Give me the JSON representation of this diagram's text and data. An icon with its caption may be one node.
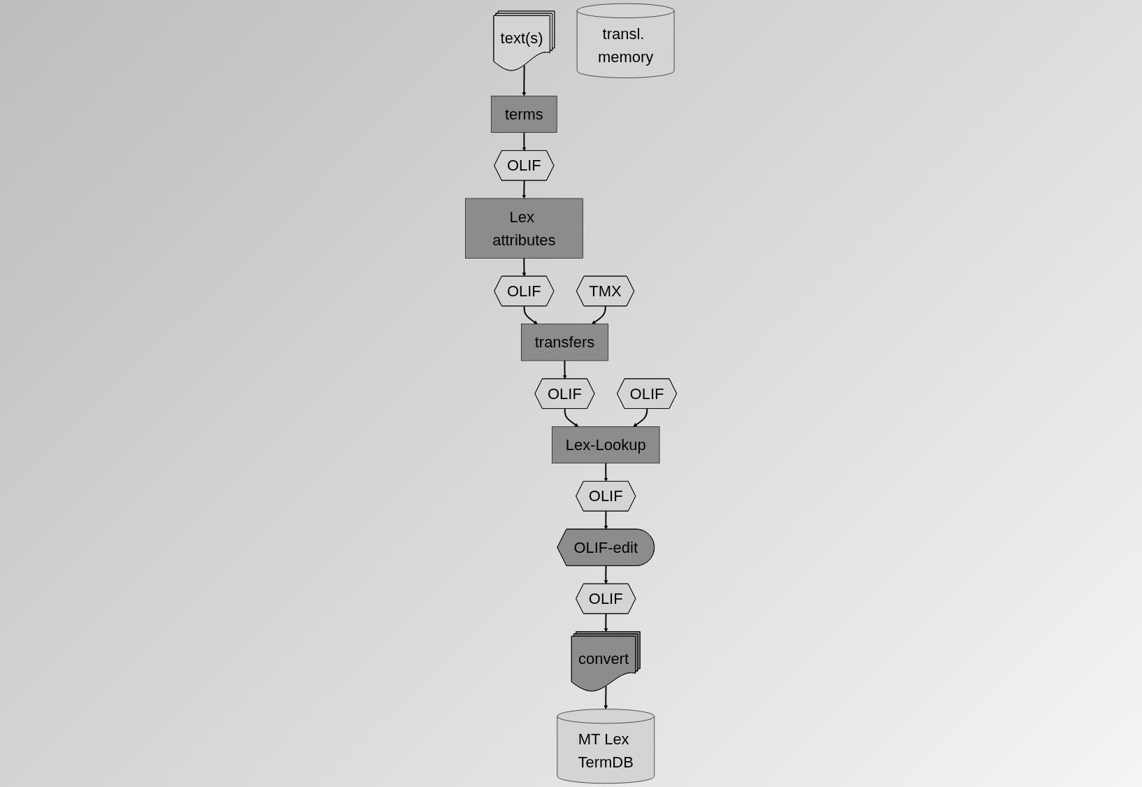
{
  "diagram": {
    "nodes": [
      {
        "text": [
          "text(s)"
        ]
      },
      {
        "text": [
          "terms"
        ]
      },
      {
        "text": [
          "OLIF"
        ]
      },
      {
        "text": [
          "Lex attributes"
        ]
      },
      {
        "text": [
          "OLIF"
        ]
      },
      {
        "text": [
          "transl. memory"
        ]
      },
      {
        "text": [
          "TMX"
        ]
      },
      {
        "text": [
          "transfers"
        ]
      },
      {
        "text": [
          "OLIF"
        ]
      },
      {
        "text": [
          "MT Lex TermDB"
        ]
      },
      {
        "text": [
          "OLIF"
        ]
      },
      {
        "text": [
          "Lex-Lookup"
        ]
      },
      {
        "text": [
          "OLIF"
        ]
      },
      {
        "text": [
          "OLIF-edit"
        ]
      },
      {
        "text": [
          "OLIF"
        ]
      },
      {
        "text": [
          "convert"
        ]
      }
    ],
    "edges": [
      {
        "from": 0,
        "to": 1,
        "arrow": "to"
      },
      {
        "from": 1,
        "to": 2,
        "arrow": "to"
      },
      {
        "from": 2,
        "to": 3,
        "arrow": "to"
      },
      {
        "from": 3,
        "to": 4,
        "arrow": "to"
      },
      {
        "from": 4,
        "to": 7,
        "arrow": "to"
      },
      {
        "from": 6,
        "to": 7,
        "arrow": "to"
      },
      {
        "from": 7,
        "to": 8,
        "arrow": "to"
      },
      {
        "from": 8,
        "to": 11,
        "arrow": "to"
      },
      {
        "from": 10,
        "to": 11,
        "arrow": "to"
      },
      {
        "from": 11,
        "to": 12,
        "arrow": "to"
      },
      {
        "from": 12,
        "to": 13,
        "arrow": "to"
      },
      {
        "from": 13,
        "to": 14,
        "arrow": "to"
      },
      {
        "from": 14,
        "to": 15,
        "arrow": "to"
      },
      {
        "from": 15,
        "to": 9,
        "arrow": "to"
      }
    ]
  }
}
